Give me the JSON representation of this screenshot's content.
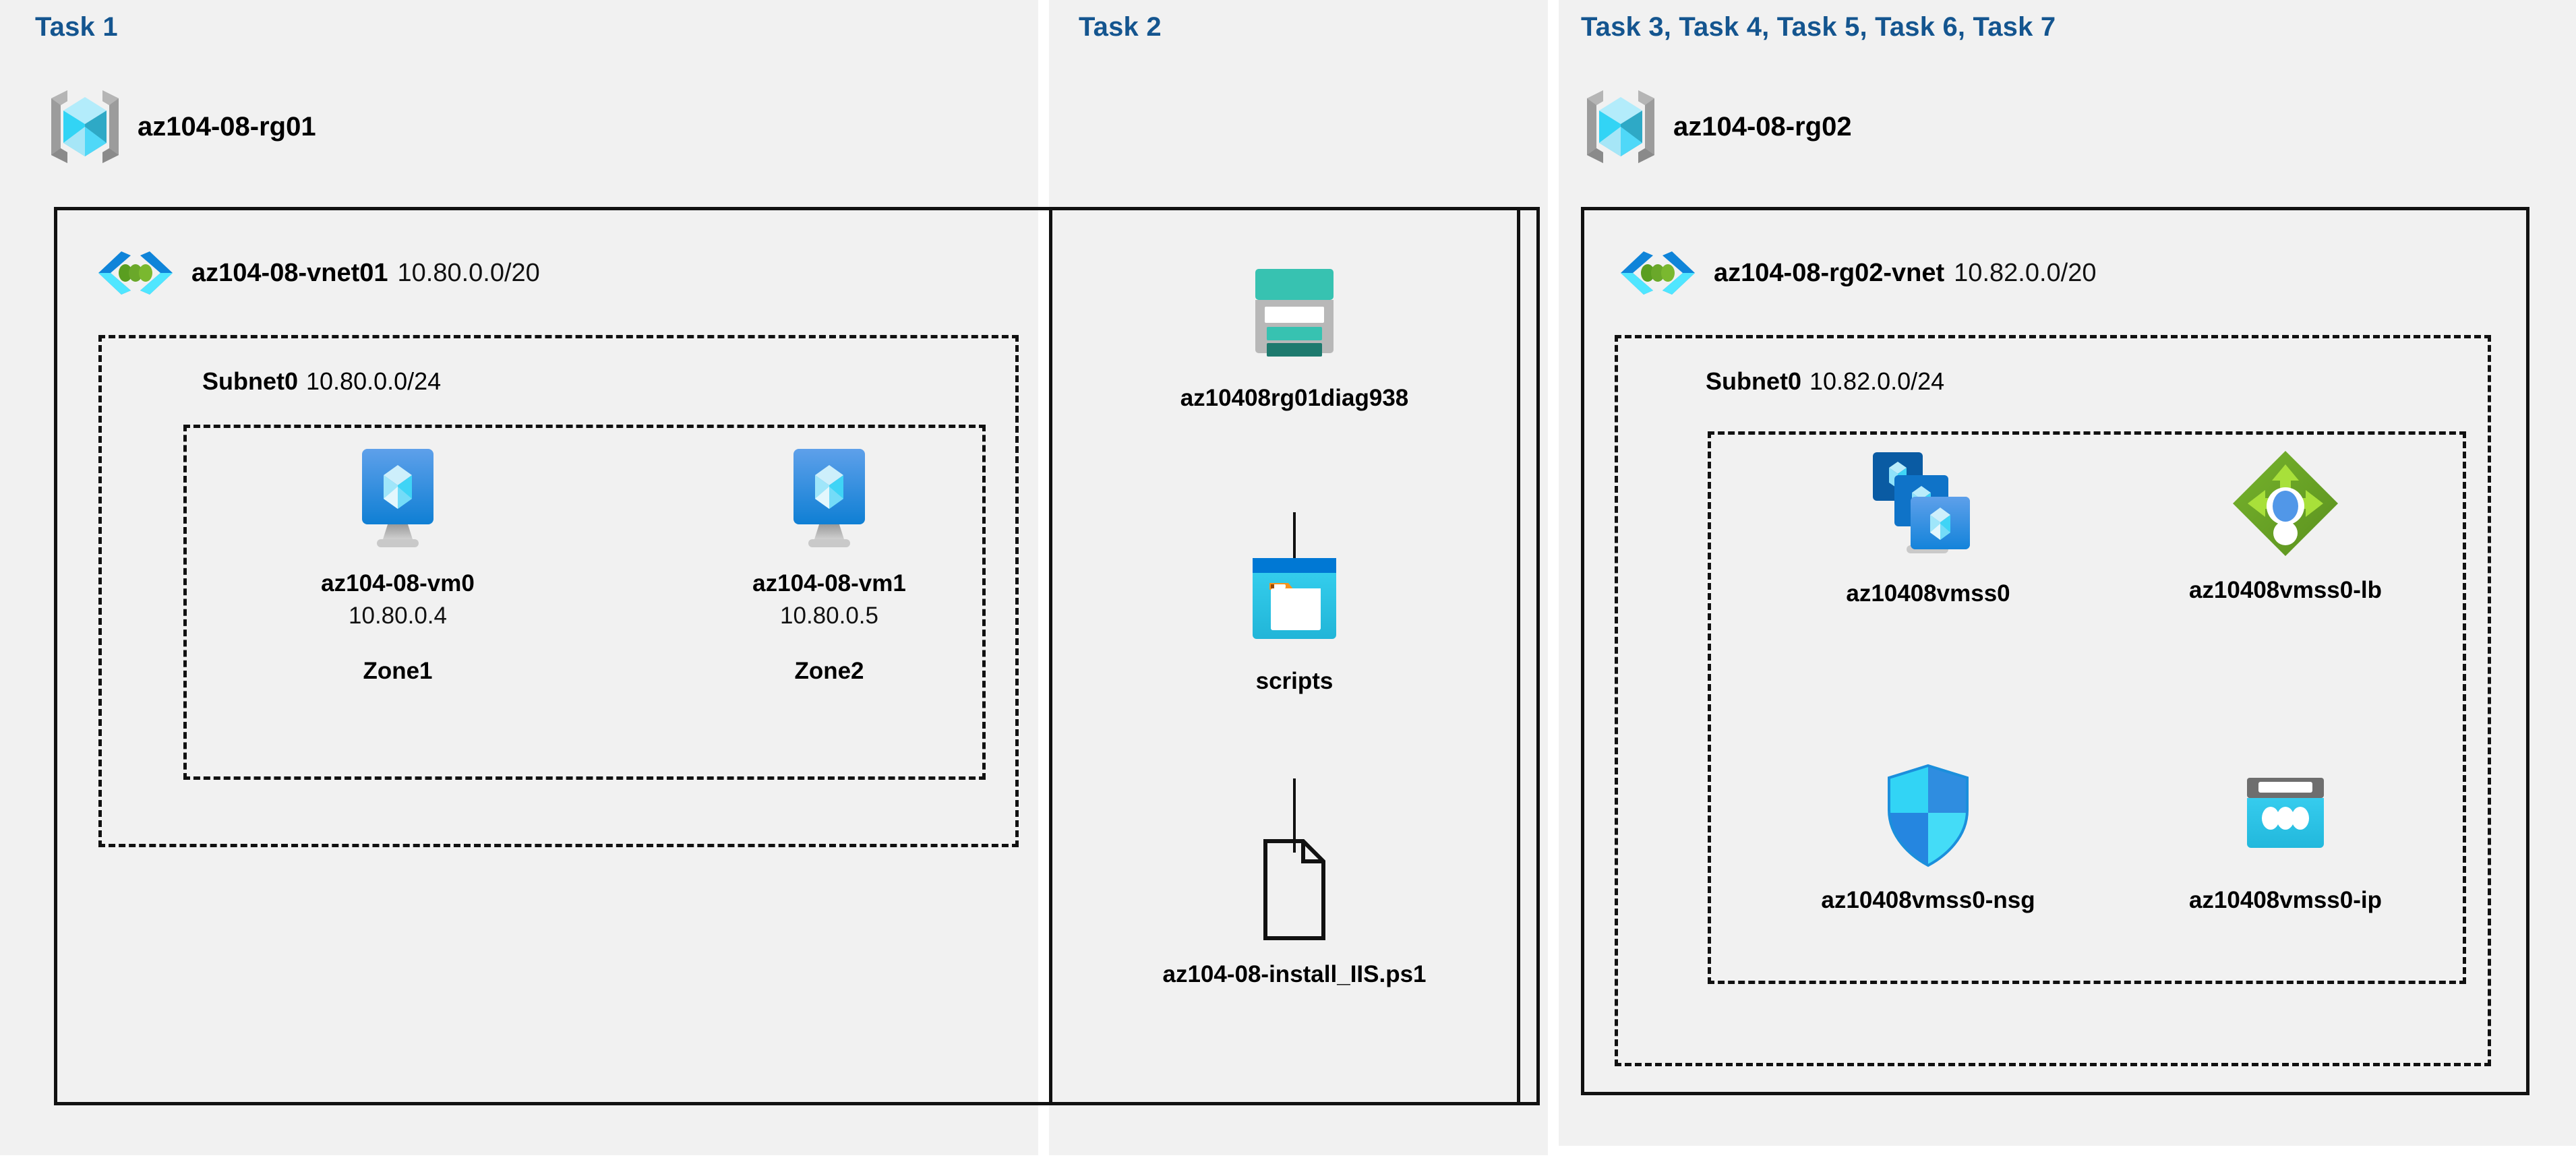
{
  "tasks": {
    "task1_title": "Task 1",
    "task2_title": "Task 2",
    "task3_title": "Task 3, Task 4, Task 5, Task 6, Task 7"
  },
  "resource_groups": [
    {
      "name": "az104-08-rg01",
      "icon": "resource-group-icon"
    },
    {
      "name": "az104-08-rg02",
      "icon": "resource-group-icon"
    }
  ],
  "vnets": [
    {
      "name": "az104-08-vnet01",
      "cidr": "10.80.0.0/20",
      "icon": "virtual-network-icon"
    },
    {
      "name": "az104-08-rg02-vnet",
      "cidr": "10.82.0.0/20",
      "icon": "virtual-network-icon"
    }
  ],
  "subnets": [
    {
      "name": "Subnet0",
      "cidr": "10.80.0.0/24"
    },
    {
      "name": "Subnet0",
      "cidr": "10.82.0.0/24"
    }
  ],
  "task1_resources": [
    {
      "name": "az104-08-vm0",
      "ip": "10.80.0.4",
      "zone": "Zone1",
      "icon": "virtual-machine-icon"
    },
    {
      "name": "az104-08-vm1",
      "ip": "10.80.0.5",
      "zone": "Zone2",
      "icon": "virtual-machine-icon"
    }
  ],
  "task2_resources": [
    {
      "name": "az10408rg01diag938",
      "icon": "storage-account-icon"
    },
    {
      "name": "scripts",
      "icon": "blob-container-icon"
    },
    {
      "name": "az104-08-install_IIS.ps1",
      "icon": "script-file-icon"
    }
  ],
  "task3_resources": [
    {
      "name": "az10408vmss0",
      "icon": "vm-scale-set-icon"
    },
    {
      "name": "az10408vmss0-lb",
      "icon": "load-balancer-icon"
    },
    {
      "name": "az10408vmss0-nsg",
      "icon": "network-security-group-icon"
    },
    {
      "name": "az10408vmss0-ip",
      "icon": "public-ip-address-icon"
    }
  ],
  "colors": {
    "task_title": "#14558f",
    "panel_background": "#f1f1f1",
    "page_background": "#ffffff",
    "border": "#111111",
    "azure_cube_light": "#9cebff",
    "azure_cube_cyan": "#32d4f5",
    "azure_cube_teal": "#2ea9c6",
    "vm_blue": "#3b8fe8",
    "storage_teal": "#37c2b1",
    "storage_dark_teal": "#1e7a6e",
    "container_blue": "#0078d4",
    "container_cyan": "#32c3e8",
    "container_orange": "#f7941e",
    "lb_green": "#5e9624",
    "lb_light_green": "#9bd62f",
    "lb_dot_blue": "#5197e8",
    "nsg_blue_light": "#32d4f5",
    "nsg_blue_dark": "#2586e0",
    "ip_gray": "#6e6e6e",
    "ip_cyan": "#32c3e8",
    "bracket_gray": "#969696"
  }
}
